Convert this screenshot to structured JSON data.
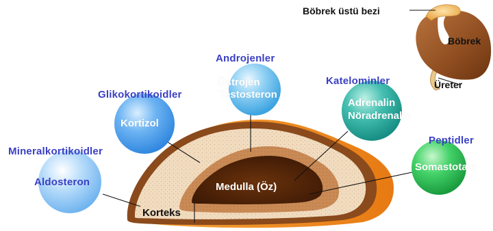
{
  "kidney": {
    "adrenal_label": "Böbrek üstü bezi",
    "kidney_label": "Böbrek",
    "ureter_label": "Üreter"
  },
  "gland": {
    "medulla_label": "Medulla (Öz)",
    "cortex_label": "Korteks"
  },
  "hormone_groups": [
    {
      "group": "Mineralkortikoidler",
      "members": [
        "Aldosteron"
      ],
      "color": "#8ec6f5"
    },
    {
      "group": "Glikokortikoidler",
      "members": [
        "Kortizol"
      ],
      "color": "#4a9ee8"
    },
    {
      "group": "Androjenler",
      "members": [
        "Östrojen",
        "Testosteron"
      ],
      "color": "#5ab8ea"
    },
    {
      "group": "Katelominler",
      "members": [
        "Adrenalin",
        "Nöradrenalin"
      ],
      "color": "#2aa79b"
    },
    {
      "group": "Peptidler",
      "members": [
        "Somastotain"
      ],
      "color": "#2ec35a"
    }
  ],
  "colors": {
    "label_blue": "#3a3fc4",
    "cortex_brown": "#8a4a1c",
    "medulla_dark": "#4f2308",
    "capsule_orange": "#f08a1e"
  }
}
